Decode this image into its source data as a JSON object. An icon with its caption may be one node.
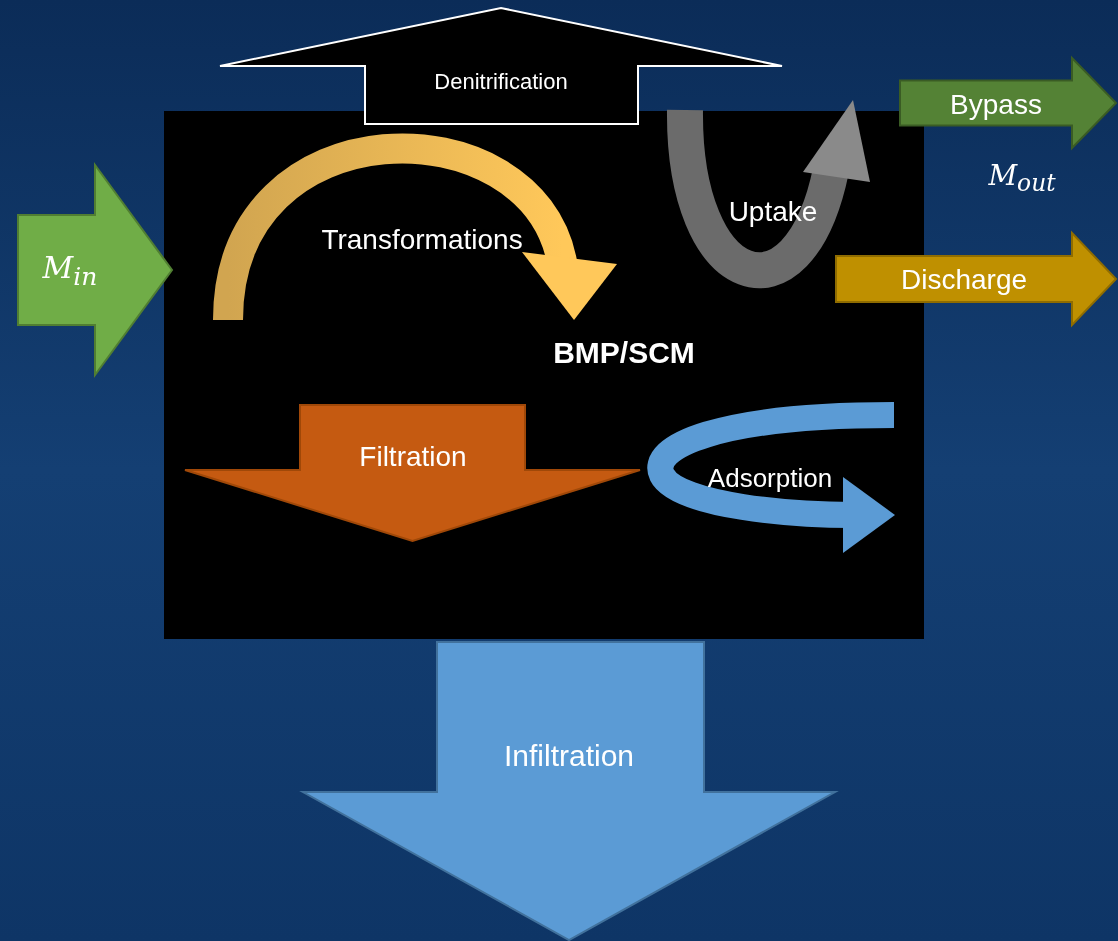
{
  "diagram": {
    "nodes": [
      {
        "text": [
          "Denitrification"
        ]
      },
      {
        "text": [
          "BMP/SCM"
        ]
      },
      {
        "text": [
          "Transformations"
        ],
        "in": 1
      },
      {
        "text": [
          "Uptake"
        ],
        "in": 1
      },
      {
        "text": [
          "Filtration"
        ],
        "in": 1
      },
      {
        "text": [
          "Adsorption"
        ],
        "in": 1
      },
      {
        "text": [
          "M$_{in}$"
        ]
      },
      {
        "text": [
          "Bypass"
        ]
      },
      {
        "text": [
          "Discharge"
        ]
      },
      {
        "text": [
          "Infiltration"
        ]
      }
    ],
    "labels": [
      "M$_{out}$"
    ]
  }
}
